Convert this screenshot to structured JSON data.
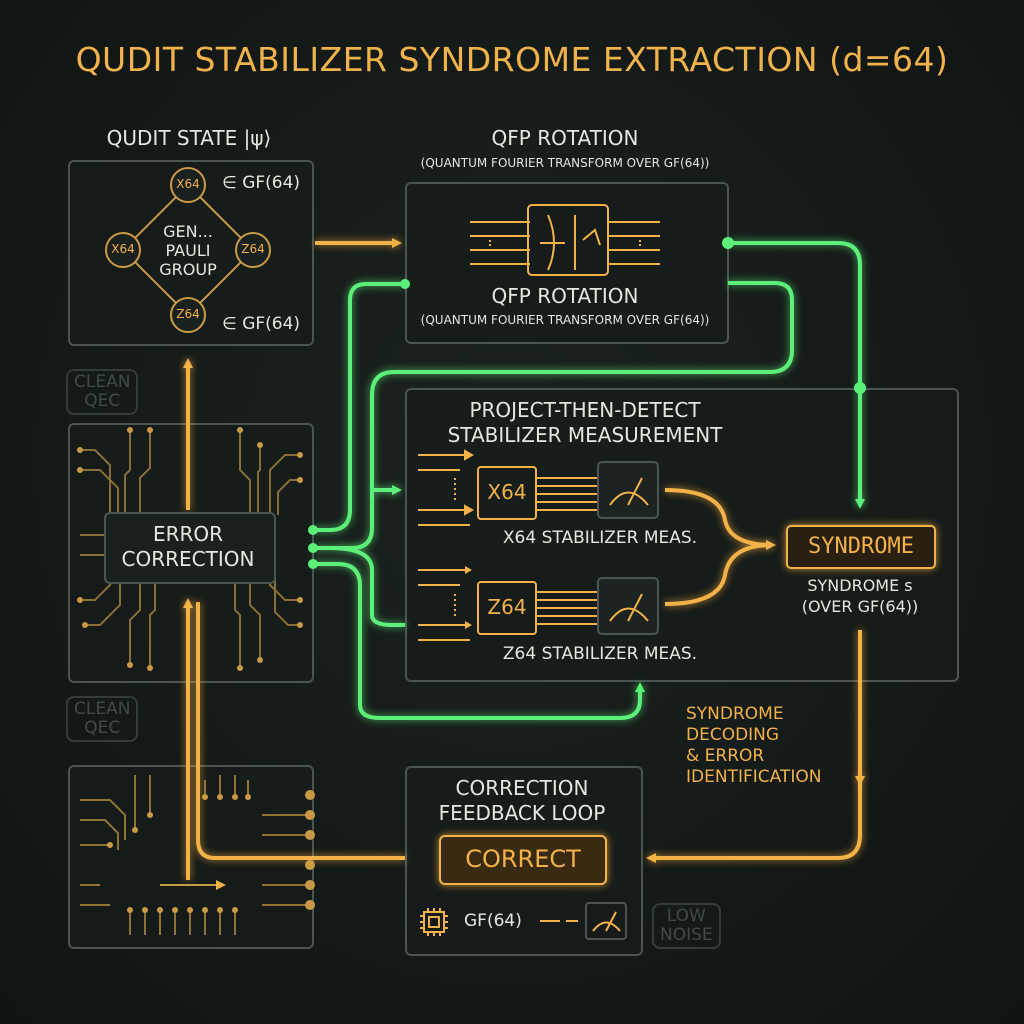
{
  "title": "QUDIT STABILIZER SYNDROME EXTRACTION (d=64)",
  "qudit": {
    "heading": "QUDIT STATE |ψ⟩",
    "top_label": "∈ GF(64)",
    "bottom_label": "∈ GF(64)",
    "group": [
      "GEN...",
      "PAULI",
      "GROUP"
    ],
    "nodes": {
      "top": "X64",
      "left": "X64",
      "right": "Z64",
      "bottom": "Z64"
    }
  },
  "qfp": {
    "heading": "QFP ROTATION",
    "subheading": "(QUANTUM FOURIER TRANSFORM OVER GF(64))",
    "inner_title": "QFP ROTATION",
    "inner_sub": "(QUANTUM FOURIER TRANSFORM OVER GF(64))"
  },
  "measurement": {
    "heading_line1": "PROJECT-THEN-DETECT",
    "heading_line2": "STABILIZER MEASUREMENT",
    "x_op": "X64",
    "z_op": "Z64",
    "x_label": "X64 STABILIZER MEAS.",
    "z_label": "Z64 STABILIZER MEAS.",
    "syndrome_display": "SYNDROME",
    "syndrome_label1": "SYNDROME s",
    "syndrome_label2": "(OVER GF(64))"
  },
  "error_correction": [
    "ERROR",
    "CORRECTION"
  ],
  "decoding_note": [
    "SYNDROME",
    "DECODING",
    "& ERROR",
    "IDENTIFICATION"
  ],
  "feedback": {
    "heading_line1": "CORRECTION",
    "heading_line2": "FEEDBACK LOOP",
    "button": "CORRECT",
    "gf_label": "GF(64)"
  },
  "tags": {
    "clean_qec_1": [
      "CLEAN",
      "QEC"
    ],
    "clean_qec_2": [
      "CLEAN",
      "QEC"
    ],
    "low_noise": [
      "LOW",
      "NOISE"
    ]
  },
  "colors": {
    "accent": "#f2b248",
    "signal": "#5cf07a",
    "border": "#4a5552",
    "background": "#141a18"
  }
}
